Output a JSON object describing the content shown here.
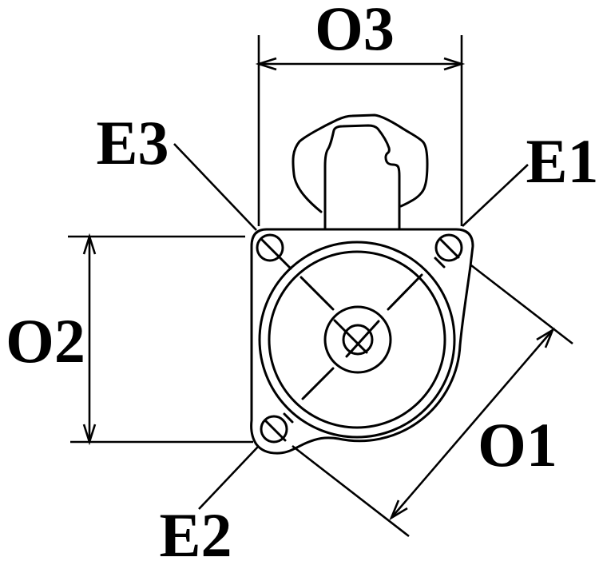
{
  "page": {
    "background_color": "#ffffff"
  },
  "drawing": {
    "kind": "technical-dimension-diagram",
    "stroke_color": "#000000",
    "labels": {
      "o3": "O3",
      "e3": "E3",
      "e1": "E1",
      "o2": "O2",
      "o1": "O1",
      "e2": "E2"
    }
  }
}
